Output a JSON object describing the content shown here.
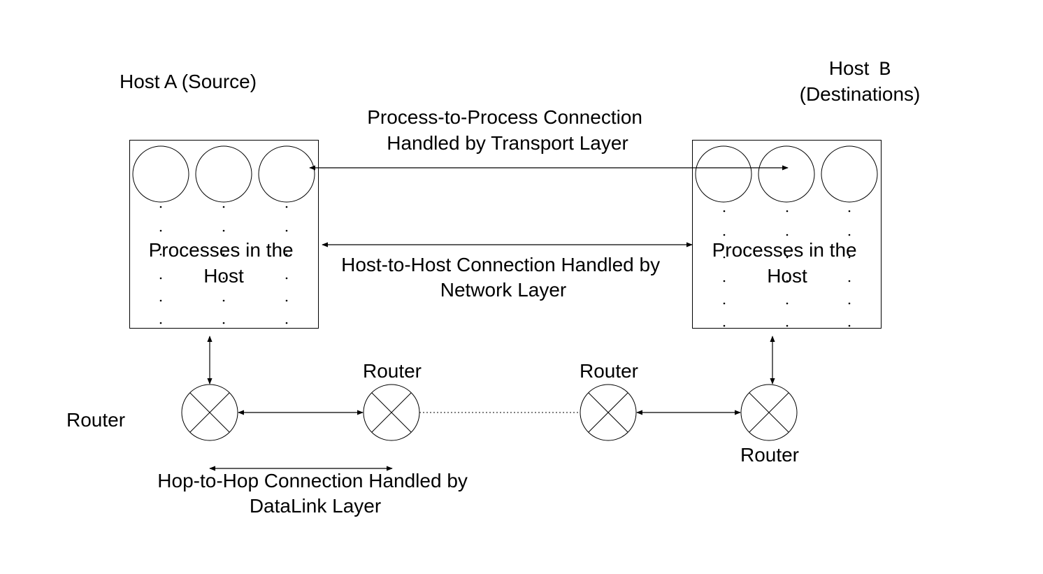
{
  "hosts": {
    "a": {
      "title": "Host A (Source)",
      "box_label_line1": "Processes in the",
      "box_label_line2": "Host"
    },
    "b": {
      "title_prefix": "Host",
      "title_letter": "B",
      "title_line2": "(Destinations)",
      "box_label_line1": "Processes in the",
      "box_label_line2": "Host"
    }
  },
  "connections": {
    "transport": {
      "line1": "Process-to-Process Connection",
      "line2": "Handled by Transport Layer"
    },
    "network": {
      "line1": "Host-to-Host Connection Handled by",
      "line2": "Network Layer"
    },
    "datalink": {
      "line1": "Hop-to-Hop Connection Handled by",
      "line2": "DataLink Layer"
    }
  },
  "routers": {
    "r1": "Router",
    "r2": "Router",
    "r3": "Router",
    "r4": "Router"
  }
}
